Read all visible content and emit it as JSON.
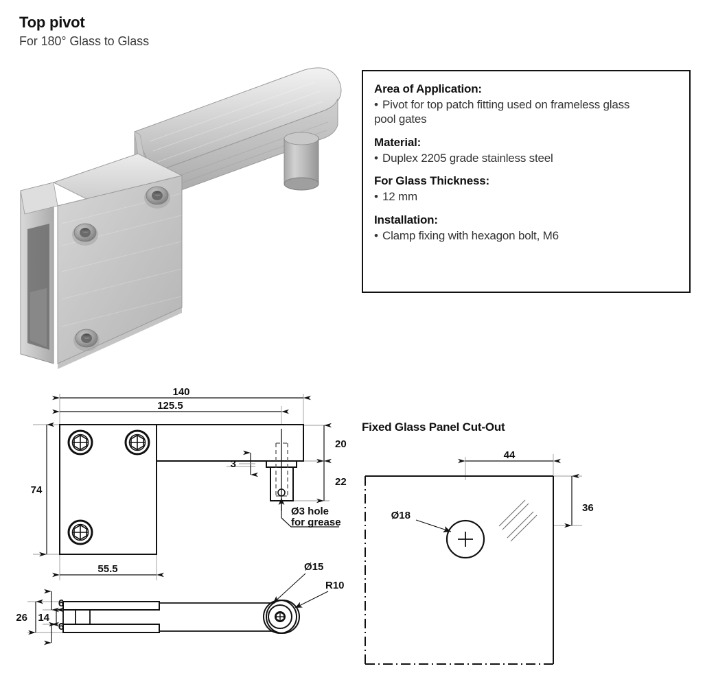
{
  "header": {
    "title": "Top pivot",
    "subtitle": "For 180° Glass to Glass"
  },
  "spec_box": {
    "groups": [
      {
        "heading": "Area of Application:",
        "items": [
          "Pivot for top patch fitting used on frameless glass pool gates"
        ]
      },
      {
        "heading": "Material:",
        "items": [
          "Duplex 2205 grade stainless steel"
        ]
      },
      {
        "heading": "For Glass Thickness:",
        "items": [
          "12 mm"
        ]
      },
      {
        "heading": "Installation:",
        "items": [
          "Clamp fixing with hexagon bolt, M6"
        ]
      }
    ],
    "bullet": "•"
  },
  "photo": {
    "alt": "Brushed stainless steel top pivot patch fitting with square clamp plate, three hex socket screws, extending arm and cylindrical pivot pin"
  },
  "drawings": {
    "plan_view": {
      "name": "Top pivot plan and elevation views",
      "dimensions": {
        "overall_length": "140",
        "pin_centre_length": "125.5",
        "plate_height": "74",
        "plate_width": "55.5",
        "arm_thickness": "20",
        "collar_thickness": "3",
        "pin_length": "22"
      },
      "notes": {
        "grease_hole_line1": "Ø3 hole",
        "grease_hole_line2": "for grease"
      }
    },
    "side_view": {
      "dimensions": {
        "total_thickness": "26",
        "top_jaw": "6",
        "glass_gap": "14",
        "bottom_jaw": "6"
      },
      "callouts": {
        "pin_diameter": "Ø15",
        "radius": "R10"
      }
    },
    "cutout": {
      "title": "Fixed Glass Panel Cut-Out",
      "dimensions": {
        "from_edge": "44",
        "from_top": "36"
      },
      "callouts": {
        "hole_diameter": "Ø18"
      }
    }
  },
  "colors": {
    "line": "#111111",
    "thin_line": "#888888",
    "text": "#1a1a1a",
    "metal_light": "#e9e9e9",
    "metal_mid": "#bdbdbd",
    "metal_dark": "#8f8f8f"
  }
}
